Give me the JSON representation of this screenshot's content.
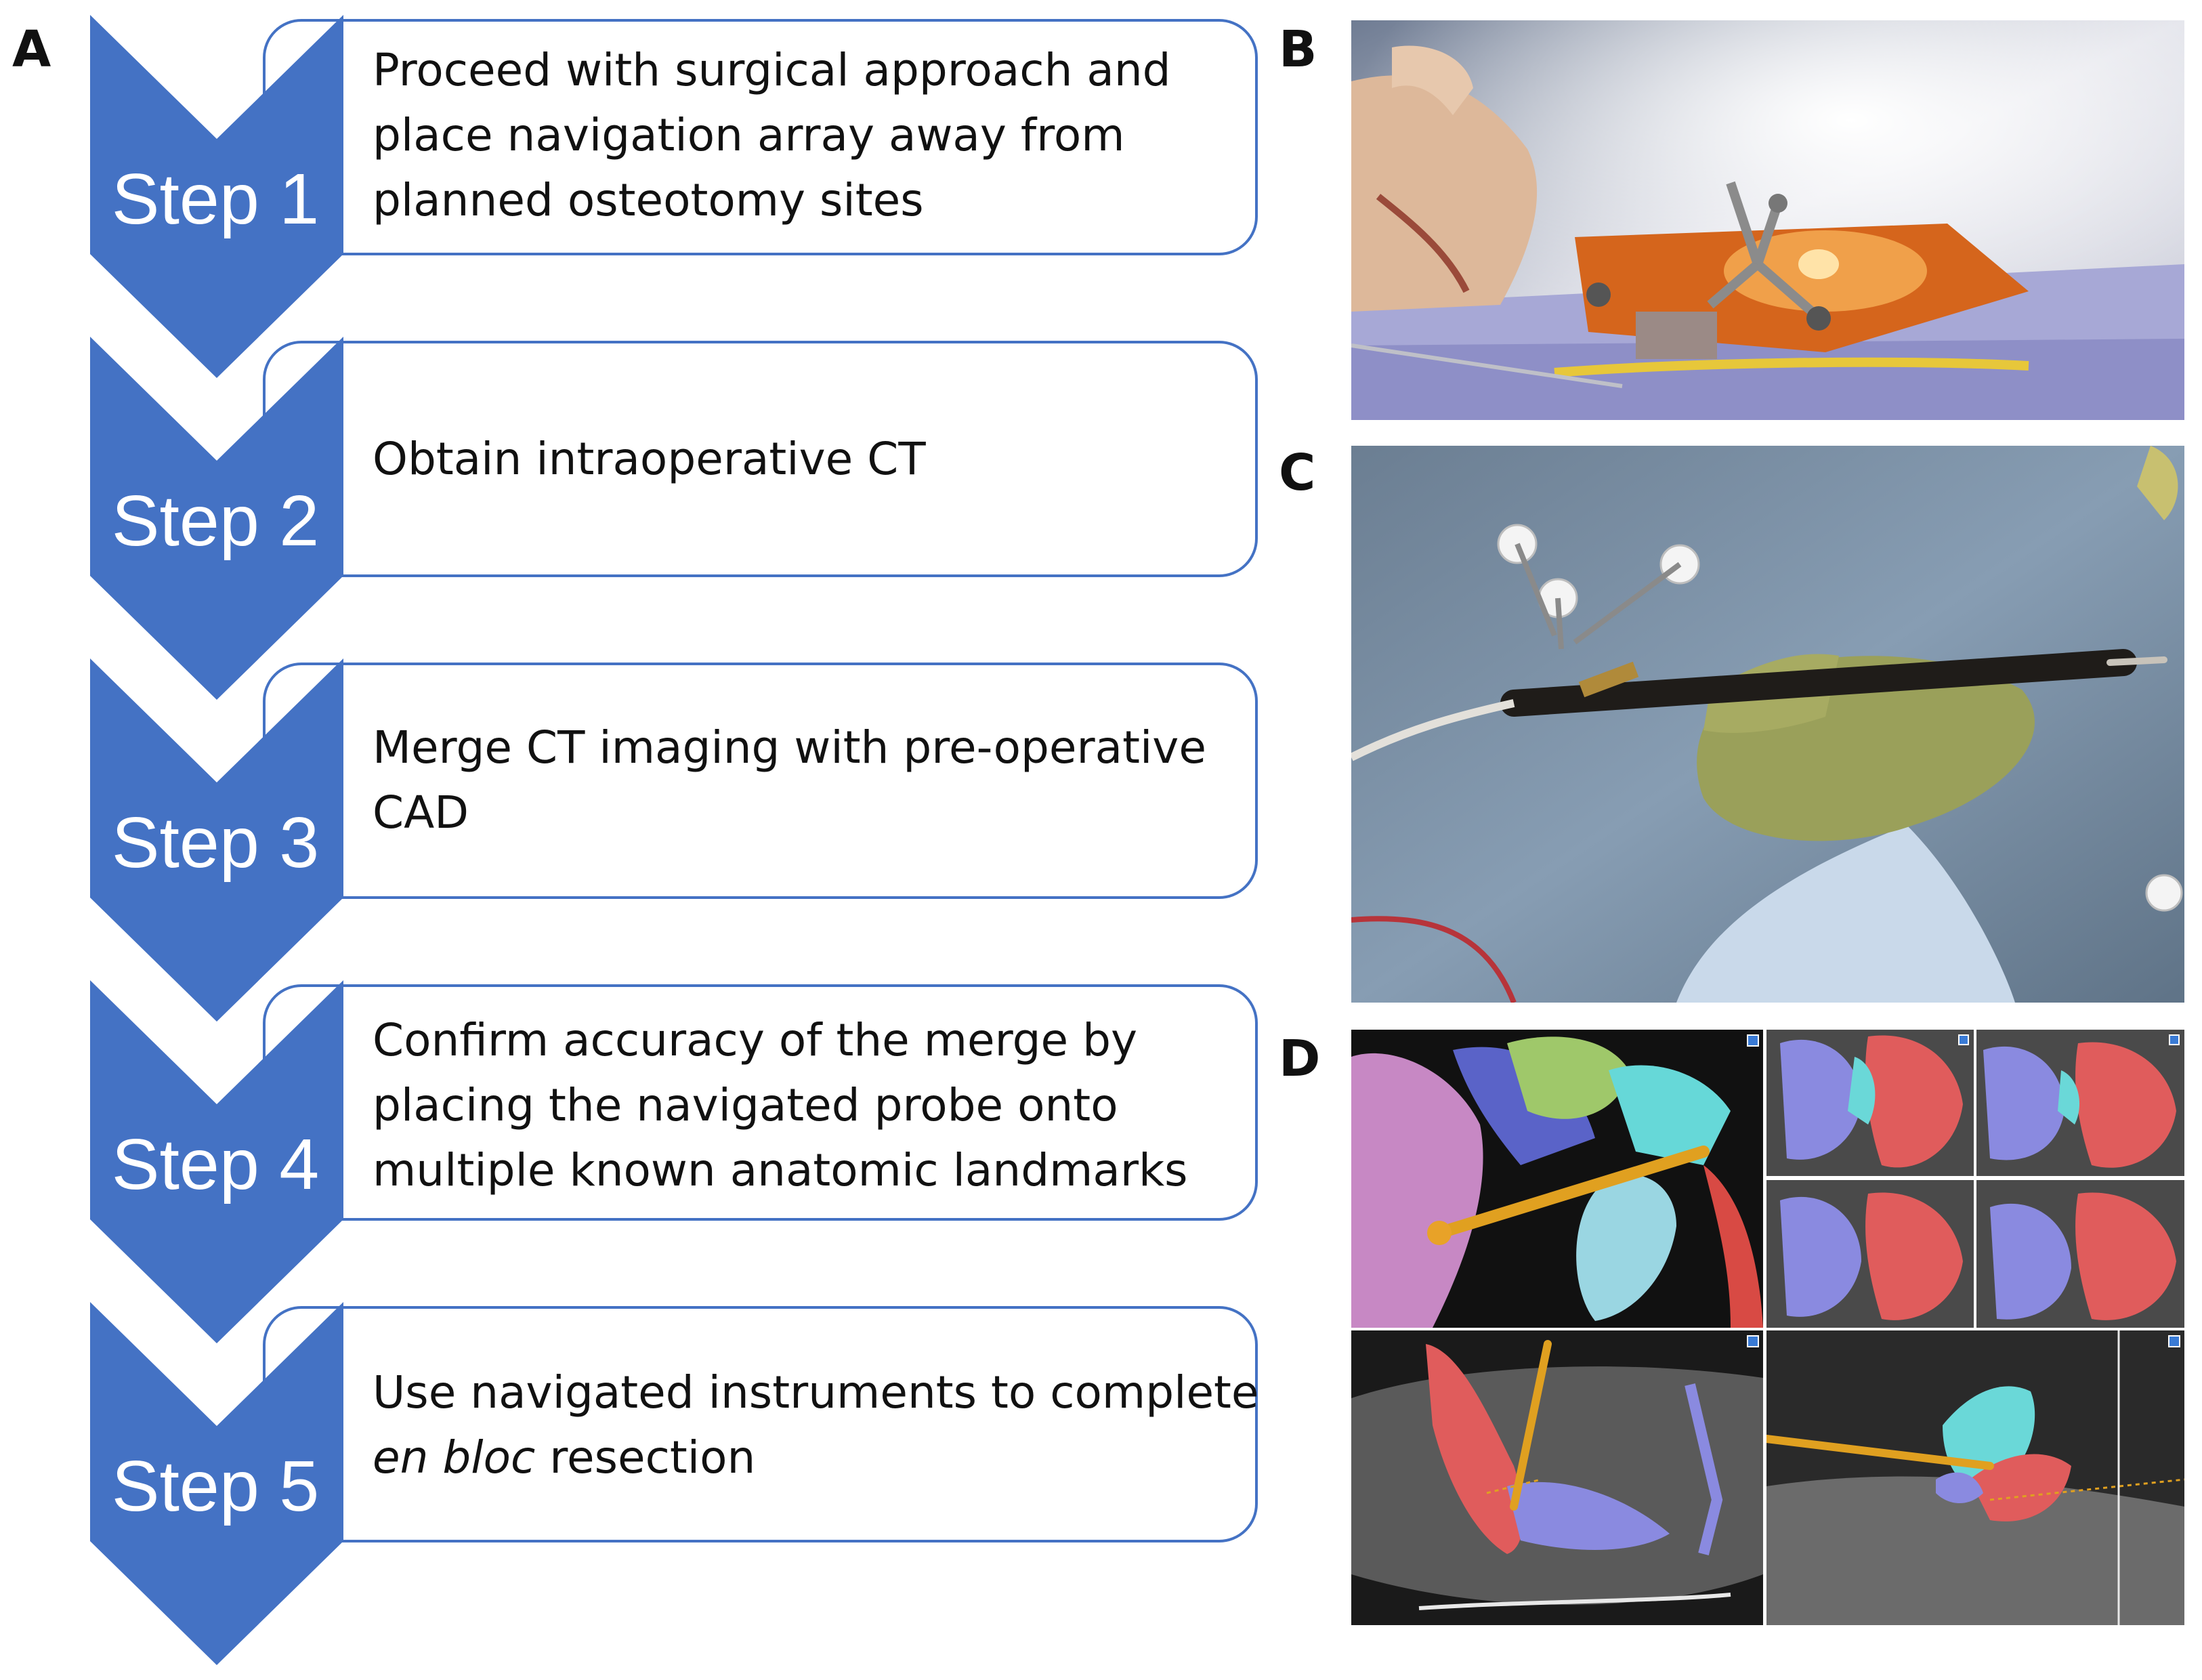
{
  "panels": {
    "a": "A",
    "b": "B",
    "c": "C",
    "d": "D"
  },
  "steps": [
    {
      "label": "Step 1",
      "lines": [
        "Proceed with surgical approach and",
        "place navigation array away from",
        "planned osteotomy sites"
      ]
    },
    {
      "label": "Step 2",
      "lines": [
        "Obtain intraoperative CT"
      ]
    },
    {
      "label": "Step 3",
      "lines": [
        "Merge CT imaging with pre-operative",
        "CAD"
      ]
    },
    {
      "label": "Step 4",
      "lines": [
        "Confirm accuracy of the merge by",
        "placing the navigated probe onto",
        "multiple known anatomic landmarks"
      ]
    },
    {
      "label": "Step 5",
      "line1": "Use navigated instruments to complete",
      "line2_em": "en bloc",
      "line2_rest": " resection"
    }
  ],
  "colors": {
    "chevron": "#4472c4",
    "box_border": "#4472c4",
    "step_label": "#ffffff"
  }
}
